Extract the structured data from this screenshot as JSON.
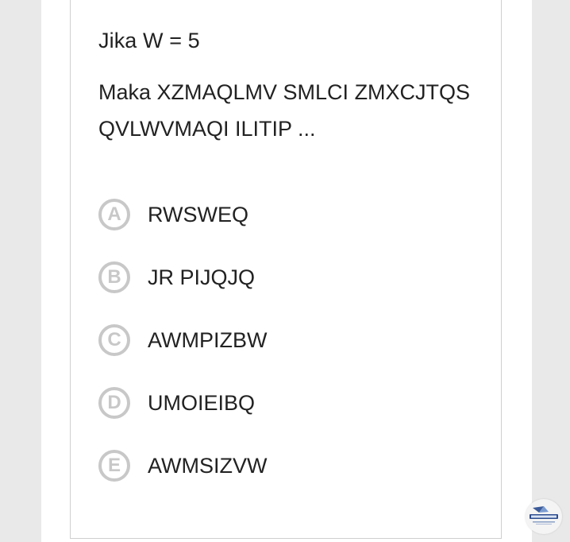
{
  "quiz": {
    "premise": "Jika W = 5",
    "question": "Maka XZMAQLMV SMLCI ZMXCJTQS QVLWVMAQI ILITIP ...",
    "options": [
      {
        "letter": "A",
        "text": "RWSWEQ"
      },
      {
        "letter": "B",
        "text": "JR PIJQJQ"
      },
      {
        "letter": "C",
        "text": "AWMPIZBW"
      },
      {
        "letter": "D",
        "text": "UMOIEIBQ"
      },
      {
        "letter": "E",
        "text": "AWMSIZVW"
      }
    ]
  },
  "colors": {
    "page_bg": "#ffffff",
    "side_bg": "#e9e9e9",
    "text": "#222222",
    "option_circle": "#c8c8c8"
  },
  "icons": {
    "watermark": "brand-logo-icon"
  }
}
